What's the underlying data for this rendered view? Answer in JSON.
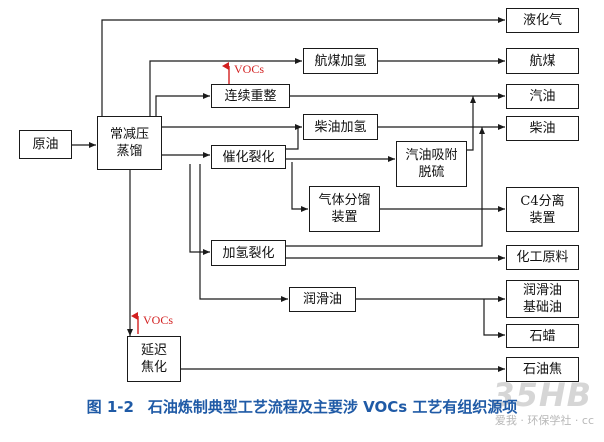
{
  "diagram": {
    "boxes": {
      "crude": "原油",
      "atm_vac": "常减压\n蒸馏",
      "coking": "延迟\n焦化",
      "reforming": "连续重整",
      "fcc": "催化裂化",
      "hydrocracking": "加氢裂化",
      "jet_hydro": "航煤加氢",
      "diesel_hydro": "柴油加氢",
      "gas_frac": "气体分馏\n装置",
      "gasoline_desulf": "汽油吸附\n脱硫",
      "lube": "润滑油",
      "lpg": "液化气",
      "jet": "航煤",
      "gasoline": "汽油",
      "diesel": "柴油",
      "c4": "C4分离\n装置",
      "chem": "化工原料",
      "lube_base": "润滑油\n基础油",
      "wax": "石蜡",
      "coke": "石油焦"
    },
    "voc_labels": {
      "reforming": "VOCs",
      "coking": "VOCs"
    },
    "colors": {
      "voc": "#d21f1f",
      "caption": "#1f5aa6",
      "line": "#1a1a1a"
    }
  },
  "caption": {
    "number": "图 1-2",
    "text": "石油炼制典型工艺流程及主要涉 VOCs 工艺有组织源项"
  },
  "watermark": {
    "logo": "35HB",
    "text": "爱我 · 环保学社 · cc"
  }
}
